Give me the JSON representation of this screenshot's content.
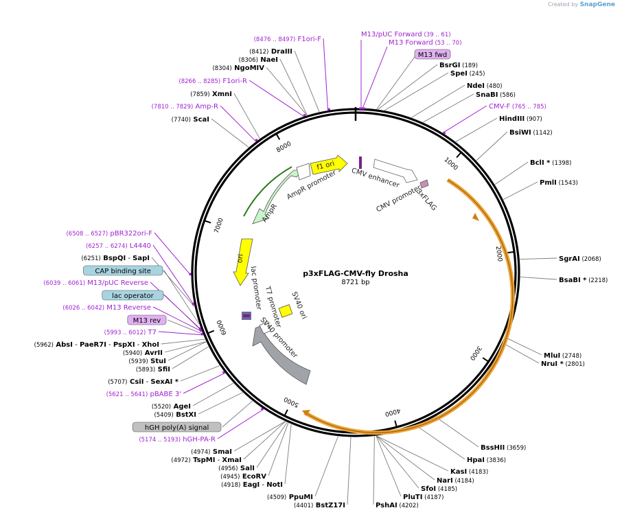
{
  "brand": {
    "created_by": "Created by",
    "name": "SnapGene"
  },
  "plasmid": {
    "name": "p3xFLAG-CMV-fly Drosha",
    "length_label": "8721 bp",
    "length": 8721
  },
  "ticks": [
    "1000",
    "2000",
    "3000",
    "4000",
    "5000",
    "6000",
    "7000",
    "8000"
  ],
  "colors": {
    "backbone": "#000000",
    "enzyme": "#000000",
    "primer": "#a020d0",
    "feature_label": "#222222",
    "orange": "#f0a030",
    "yellow": "#ffff00",
    "green": "#c8f5c8",
    "gray": "#a0a4a8",
    "purple": "#7a1f8a",
    "pink": "#c890b0",
    "teal_box": "#a8d4e0",
    "mauve_box": "#e0b0f0",
    "gray_box": "#c0c0c0"
  },
  "labels": {
    "f1ori_f_range": "(8476 .. 8497)",
    "f1ori_f_name": "F1ori-F",
    "m13puc_f_name": "M13/pUC Forward",
    "m13puc_f_range": "(39 .. 61)",
    "m13f_name": "M13 Forward",
    "m13f_range": "(53 .. 70)",
    "m13fwd_box": "M13 fwd",
    "draiii_pos": "(8412)",
    "draiii_name": "DraIII",
    "naei_pos": "(8306)",
    "naei_name": "NaeI",
    "ngomiv_pos": "(8304)",
    "ngomiv_name": "NgoMIV",
    "f1ori_r_range": "(8266 .. 8285)",
    "f1ori_r_name": "F1ori-R",
    "xmni_pos": "(7859)",
    "xmni_name": "XmnI",
    "ampr_p_range": "(7810 .. 7829)",
    "ampr_p_name": "Amp-R",
    "scai_pos": "(7740)",
    "scai_name": "ScaI",
    "bsrgi_name": "BsrGI",
    "bsrgi_pos": "(189)",
    "spei_name": "SpeI",
    "spei_pos": "(245)",
    "ndei_name": "NdeI",
    "ndei_pos": "(480)",
    "snabi_name": "SnaBI",
    "snabi_pos": "(586)",
    "cmvf_name": "CMV-F",
    "cmvf_range": "(765 .. 785)",
    "hindiii_name": "HindIII",
    "hindiii_pos": "(907)",
    "bsiwi_name": "BsiWI",
    "bsiwi_pos": "(1142)",
    "bcli_name": "BclI *",
    "bcli_pos": "(1398)",
    "pmli_name": "PmlI",
    "pmli_pos": "(1543)",
    "sgrai_name": "SgrAI",
    "sgrai_pos": "(2068)",
    "bsabi_name": "BsaBI *",
    "bsabi_pos": "(2218)",
    "mlui_name": "MluI",
    "mlui_pos": "(2748)",
    "nrui_name": "NruI *",
    "nrui_pos": "(2801)",
    "bsshii_name": "BssHII",
    "bsshii_pos": "(3659)",
    "hpai_name": "HpaI",
    "hpai_pos": "(3836)",
    "kasi_name": "KasI",
    "kasi_pos": "(4183)",
    "nari_name": "NarI",
    "nari_pos": "(4184)",
    "sfoi_name": "SfoI",
    "sfoi_pos": "(4185)",
    "pluti_name": "PluTI",
    "pluti_pos": "(4187)",
    "pshai_name": "PshAI",
    "pshai_pos": "(4202)",
    "bstz17i_pos": "(4401)",
    "bstz17i_name": "BstZ17I",
    "ppumi_pos": "(4509)",
    "ppumi_name": "PpuMI",
    "eagi_pos": "(4918)",
    "eagi_name": "EagI",
    "noti_name": "NotI",
    "ecorv_pos": "(4945)",
    "ecorv_name": "EcoRV",
    "sali_pos": "(4956)",
    "sali_name": "SalI",
    "tspmi_pos": "(4972)",
    "tspmi_name": "TspMI",
    "xmai_name": "XmaI",
    "smai_pos": "(4974)",
    "smai_name": "SmaI",
    "hgh_pa_r_range": "(5174 .. 5193)",
    "hgh_pa_r_name": "hGH-PA-R",
    "hgh_box": "hGH poly(A) signal",
    "bstxi_pos": "(5409)",
    "bstxi_name": "BstXI",
    "agei_pos": "(5520)",
    "agei_name": "AgeI",
    "pbabe_range": "(5621 .. 5641)",
    "pbabe_name": "pBABE 3'",
    "csii_pos": "(5707)",
    "csii_name": "CsiI",
    "sexai_name": "SexAI *",
    "sfii_pos": "(5893)",
    "sfii_name": "SfiI",
    "stui_pos": "(5939)",
    "stui_name": "StuI",
    "avrii_pos": "(5940)",
    "avrii_name": "AvrII",
    "absi_pos": "(5962)",
    "absi_name": "AbsI",
    "paer7i_name": "PaeR7I",
    "pspxi_name": "PspXI",
    "xhoi_name": "XhoI",
    "t7_range": "(5993 .. 6012)",
    "t7_name": "T7",
    "m13rev_box": "M13 rev",
    "m13r_range": "(6026 .. 6042)",
    "m13r_name": "M13 Reverse",
    "lacop_box": "lac operator",
    "m13puc_r_range": "(6039 .. 6061)",
    "m13puc_r_name": "M13/pUC Reverse",
    "cap_box": "CAP binding site",
    "bspqi_pos": "(6251)",
    "bspqi_name": "BspQI",
    "sapi_name": "SapI",
    "l4440_range": "(6257 .. 6274)",
    "l4440_name": "L4440",
    "pbr322_range": "(6508 .. 6527)",
    "pbr322_name": "pBR322ori-F"
  },
  "features": {
    "f1_ori": "f1 ori",
    "ampr_promoter": "AmpR promoter",
    "ampr": "AmpR",
    "ori": "ori",
    "cmv_enhancer": "CMV enhancer",
    "cmv_promoter": "CMV promoter",
    "flag": "3xFLAG",
    "lac_promoter": "lac promoter",
    "t7_promoter": "T7 promoter",
    "sv40_promoter": "SV40 promoter",
    "sv40_ori": "SV40 ori"
  }
}
